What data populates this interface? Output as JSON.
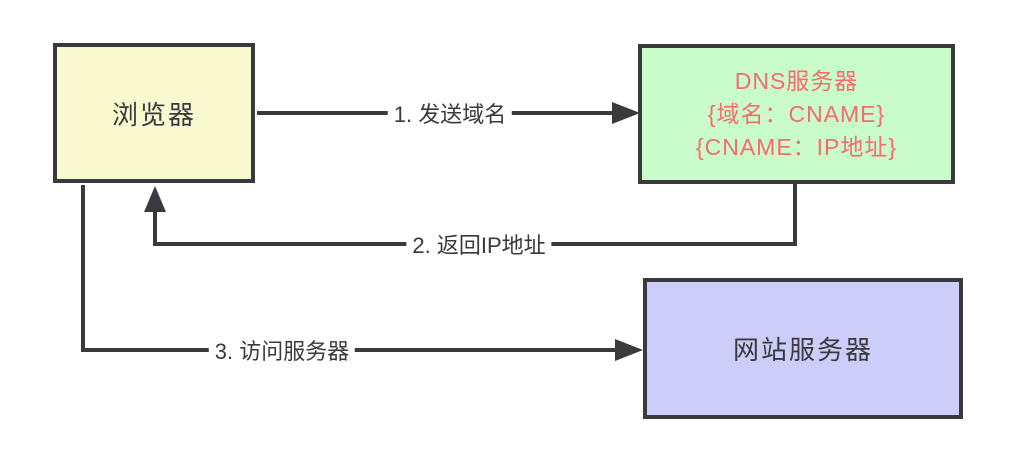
{
  "diagram": {
    "colors": {
      "background": "#ffffff",
      "line": "#3a3a3e",
      "text": "#3a3a3e",
      "browser_fill": "#f9f9cf",
      "dns_fill": "#cafccb",
      "dns_text": "#f56b6e",
      "web_fill": "#cccdf8"
    },
    "nodes": {
      "browser": {
        "label": "浏览器"
      },
      "dns_server": {
        "line1": "DNS服务器",
        "line2": "{域名：CNAME}",
        "line3": "{CNAME：IP地址}"
      },
      "web_server": {
        "label": "网站服务器"
      }
    },
    "edges": {
      "send_domain": {
        "label": "1. 发送域名"
      },
      "return_ip": {
        "label": "2. 返回IP地址"
      },
      "visit_server": {
        "label": "3. 访问服务器"
      }
    }
  }
}
